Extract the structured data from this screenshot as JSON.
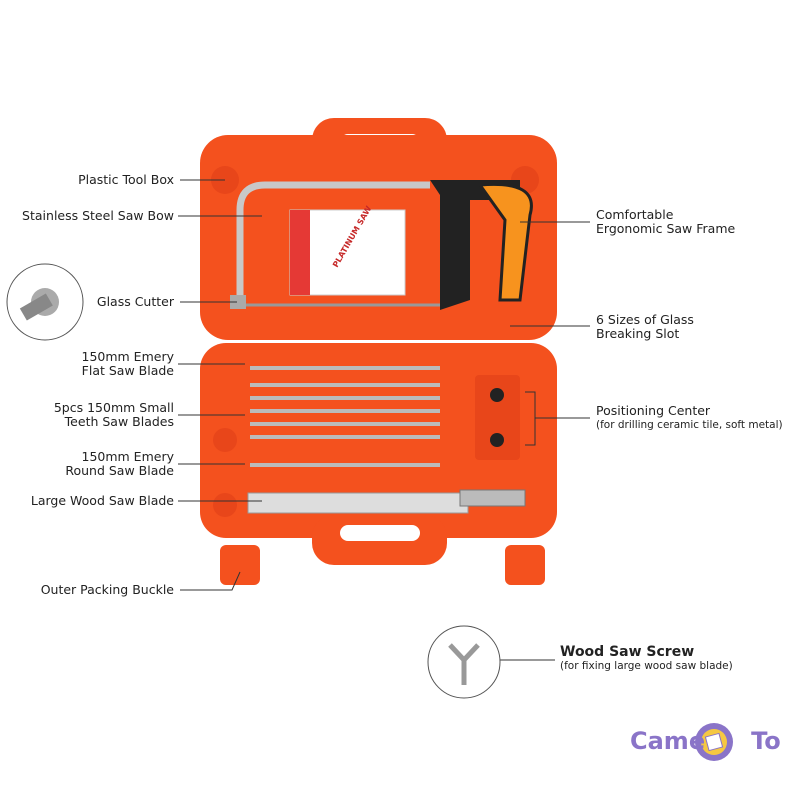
{
  "labels_left": {
    "plastic_tool_box": "Plastic Tool Box",
    "saw_bow": "Stainless Steel Saw Bow",
    "glass_cutter": "Glass Cutter",
    "flat_blade_1": "150mm Emery",
    "flat_blade_2": "Flat Saw Blade",
    "teeth_blades_1": "5pcs 150mm Small",
    "teeth_blades_2": "Teeth Saw Blades",
    "round_blade_1": "150mm Emery",
    "round_blade_2": "Round Saw Blade",
    "wood_blade": "Large Wood Saw Blade",
    "buckle": "Outer Packing Buckle"
  },
  "labels_right": {
    "frame_1": "Comfortable",
    "frame_2": "Ergonomic Saw Frame",
    "slot_1": "6 Sizes of Glass",
    "slot_2": "Breaking Slot",
    "positioning": "Positioning Center",
    "positioning_sub": "(for drilling ceramic tile, soft metal)",
    "screw": "Wood Saw Screw",
    "screw_sub": "(for fixing large wood saw blade)"
  },
  "product_label": "PLATINUM SAW",
  "logo": {
    "left": "Came",
    "right": "To"
  },
  "colors": {
    "case": "#f4511e",
    "handle": "#f7931e",
    "logo": "#8a74c8"
  }
}
